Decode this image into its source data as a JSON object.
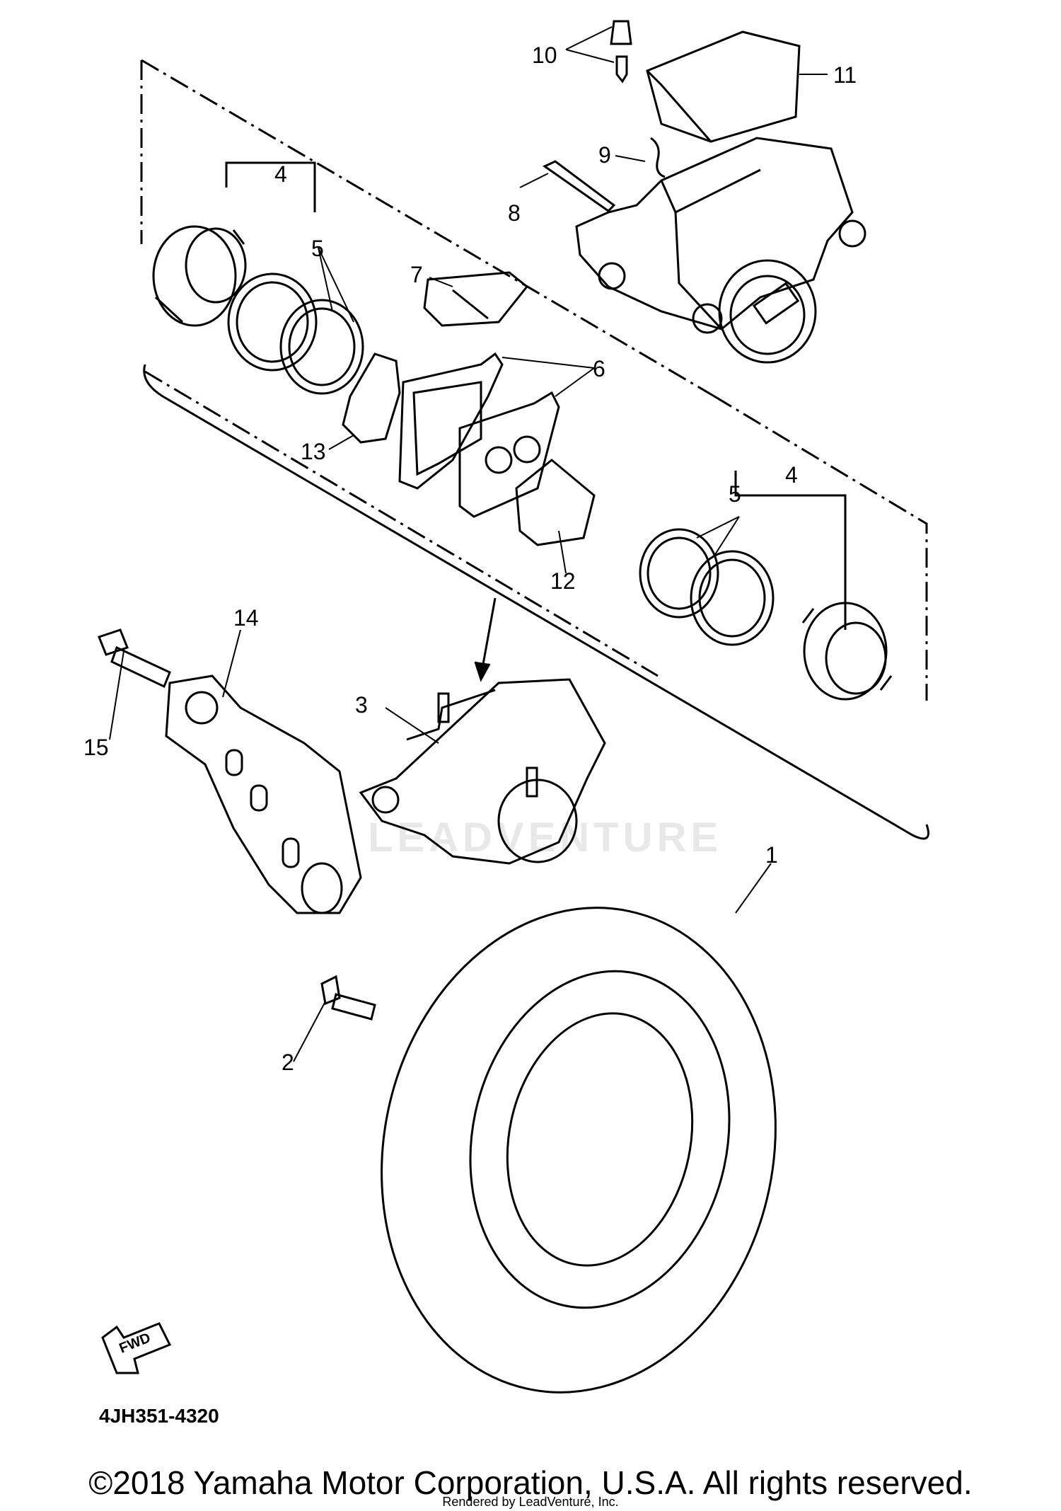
{
  "diagram": {
    "part_callouts": [
      "1",
      "2",
      "3",
      "4",
      "4",
      "5",
      "5",
      "6",
      "7",
      "8",
      "9",
      "10",
      "11",
      "12",
      "13",
      "14",
      "15"
    ],
    "fwd_label": "FWD",
    "diagram_code": "4JH351-4320",
    "watermark": "LEADVENTURE"
  },
  "footer": {
    "copyright": "©2018 Yamaha Motor Corporation, U.S.A. All rights reserved.",
    "rendered_by": "Rendered by LeadVenture, Inc."
  }
}
